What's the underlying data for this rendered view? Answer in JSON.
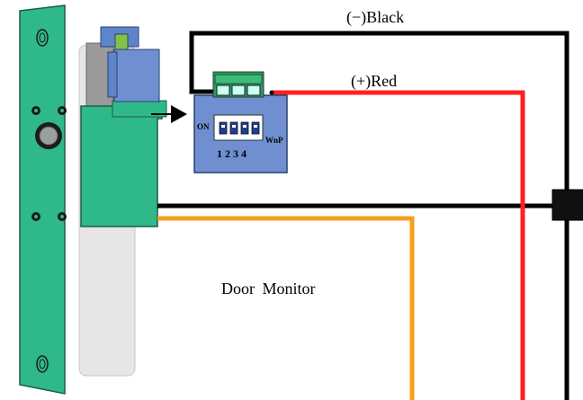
{
  "labels": {
    "black_wire": "(−)Black",
    "red_wire": "(+)Red",
    "door_monitor": "Door Monitor"
  },
  "dip_module": {
    "on_label": "ON",
    "wnp_label": "WnP",
    "switch_numbers": "1234"
  },
  "colors": {
    "bracket_green": "#2fb88a",
    "module_blue": "#6f8fd0",
    "terminal_green": "#2f9a5f",
    "black_wire": "#000000",
    "red_wire": "#ff2020",
    "orange_wire": "#f5a020",
    "plunger_gray": "#e6e6e6"
  }
}
